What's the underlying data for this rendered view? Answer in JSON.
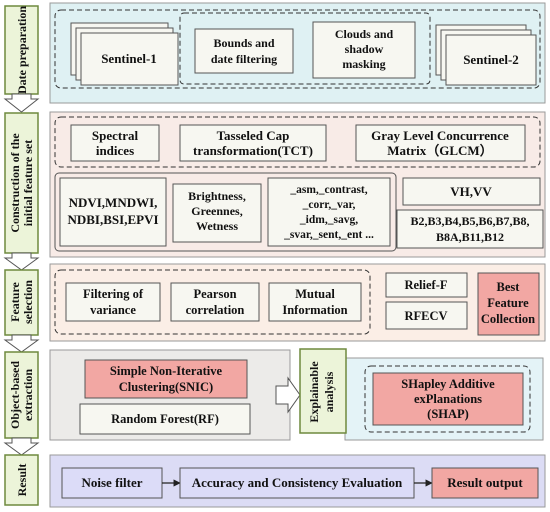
{
  "stages": {
    "date_preparation": "Date preparation",
    "construction": [
      "Construction of the",
      "initial feature set"
    ],
    "feature_selection": [
      "Feature",
      "selection"
    ],
    "object_extraction": [
      "Object-based",
      "extraction"
    ],
    "result": "Result",
    "explainable": [
      "Explainable",
      "analysis"
    ]
  },
  "boxes": {
    "sentinel1": "Sentinel-1",
    "bounds": [
      "Bounds and",
      "date filtering"
    ],
    "clouds": [
      "Clouds and",
      "shadow",
      "masking"
    ],
    "sentinel2": "Sentinel-2",
    "spectral": [
      "Spectral",
      "indices"
    ],
    "tct": [
      "Tasseled Cap",
      "transformation(TCT)"
    ],
    "glcm": [
      "Gray Level Concurrence",
      "Matrix（GLCM）"
    ],
    "indices": [
      "NDVI,MNDWI,",
      "NDBI,BSI,EPVI"
    ],
    "bgw": [
      "Brightness,",
      "Greennes,",
      "Wetness"
    ],
    "glcm_features": [
      "_asm,_contrast,",
      "_corr,_var,",
      "_idm,_savg,",
      "_svar,_sent,_ent ..."
    ],
    "vhvv": "VH,VV",
    "bands": [
      "B2,B3,B4,B5,B6,B7,B8,",
      "B8A,B11,B12"
    ],
    "variance": [
      "Filtering of",
      "variance"
    ],
    "pearson": [
      "Pearson",
      "correlation"
    ],
    "mutual": [
      "Mutual",
      "Information"
    ],
    "relief": "Relief-F",
    "rfecv": "RFECV",
    "best": [
      "Best",
      "Feature",
      "Collection"
    ],
    "snic": [
      "Simple Non-Iterative",
      "Clustering(SNIC)"
    ],
    "rf": "Random Forest(RF)",
    "shap": [
      "SHapley Additive",
      "exPlanations",
      "(SHAP)"
    ],
    "noise": "Noise filter",
    "accuracy": "Accuracy and Consistency Evaluation",
    "output": "Result output"
  },
  "colors": {
    "stage_fill": "#ecf4d9",
    "stage_stroke": "#6e8a3e",
    "band1": "#dff1f3",
    "band2": "#f8ebe7",
    "band3": "#fbeee6",
    "band4": "#ecebe9",
    "band5": "#e4f3f7",
    "band6": "#dcdcf5",
    "box_fill": "#f7f7f1",
    "highlight": "#f2a7a3",
    "result_box": "#dcdcf8"
  }
}
